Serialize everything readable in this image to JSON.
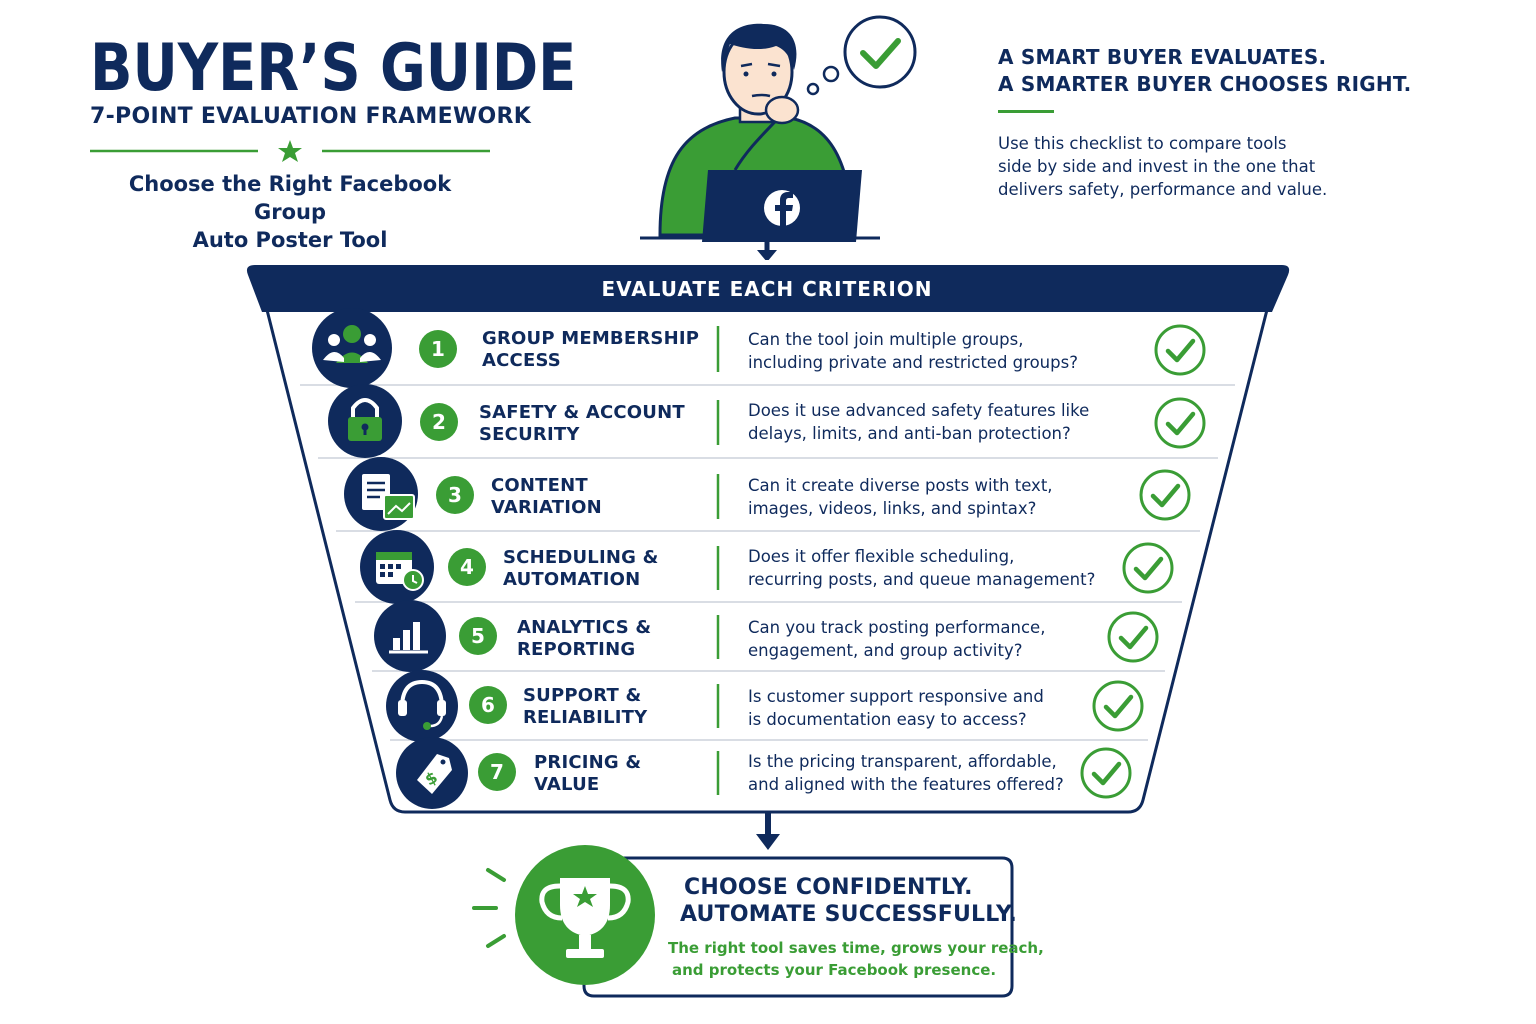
{
  "header": {
    "title": "BUYER’S GUIDE",
    "subtitle": "7-POINT EVALUATION FRAMEWORK",
    "tagline_line1": "Choose the Right Facebook Group",
    "tagline_line2": "Auto Poster Tool"
  },
  "intro": {
    "headline_line1": "A SMART BUYER EVALUATES.",
    "headline_line2": "A SMARTER BUYER CHOOSES RIGHT.",
    "body_line1": "Use this checklist to compare tools",
    "body_line2": "side by side and invest in the one that",
    "body_line3": "delivers safety, performance and value."
  },
  "funnel": {
    "header": "EVALUATE EACH CRITERION",
    "criteria": [
      {
        "number": "1",
        "name1": "GROUP MEMBERSHIP",
        "name2": "ACCESS",
        "q1": "Can the tool join multiple groups,",
        "q2": "including private and restricted groups?",
        "icon": "group-icon"
      },
      {
        "number": "2",
        "name1": "SAFETY & ACCOUNT",
        "name2": "SECURITY",
        "q1": "Does it use advanced safety features like",
        "q2": "delays, limits, and anti-ban protection?",
        "icon": "lock-icon"
      },
      {
        "number": "3",
        "name1": "CONTENT",
        "name2": "VARIATION",
        "q1": "Can it create diverse posts with text,",
        "q2": "images, videos, links, and spintax?",
        "icon": "document-image-icon"
      },
      {
        "number": "4",
        "name1": "SCHEDULING &",
        "name2": "AUTOMATION",
        "q1": "Does it offer flexible scheduling,",
        "q2": "recurring posts, and queue management?",
        "icon": "calendar-clock-icon"
      },
      {
        "number": "5",
        "name1": "ANALYTICS &",
        "name2": "REPORTING",
        "q1": "Can you track posting performance,",
        "q2": "engagement, and group activity?",
        "icon": "bar-chart-icon"
      },
      {
        "number": "6",
        "name1": "SUPPORT &",
        "name2": "RELIABILITY",
        "q1": "Is customer support responsive and",
        "q2": "is documentation easy to access?",
        "icon": "headset-icon"
      },
      {
        "number": "7",
        "name1": "PRICING &",
        "name2": "VALUE",
        "q1": "Is the pricing transparent, affordable,",
        "q2": "and aligned with the features offered?",
        "icon": "price-tag-icon"
      }
    ]
  },
  "result": {
    "headline_line1": "CHOOSE CONFIDENTLY.",
    "headline_line2": "AUTOMATE SUCCESSFULLY.",
    "body_line1": "The right tool saves time, grows your reach,",
    "body_line2": "and protects your Facebook presence."
  },
  "colors": {
    "navy": "#0f2a5c",
    "green": "#3a9d35",
    "divider": "#d9dde4"
  }
}
